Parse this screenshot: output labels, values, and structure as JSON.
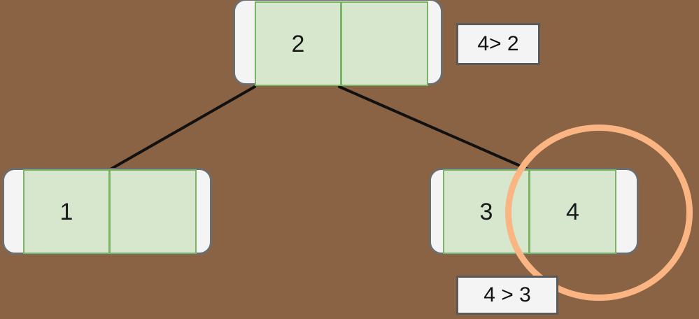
{
  "diagram": {
    "type": "binary-tree-insertion",
    "background_color": "#8a6345",
    "node_fill_color": "#d6e7ce",
    "node_border_color": "#79b363",
    "shell_color": "#f4f4f4",
    "shell_border_color": "#6d6d6d",
    "highlight_color": "#fab583",
    "edge_color": "#111111",
    "label_fill_color": "#f4f4f4",
    "label_border_color": "#5a5a5a"
  },
  "nodes": [
    {
      "id": "root",
      "role": "root-node",
      "cells": [
        {
          "value": "2",
          "empty": false
        },
        {
          "value": "",
          "empty": true
        }
      ]
    },
    {
      "id": "left-child",
      "role": "left-child-node",
      "cells": [
        {
          "value": "1",
          "empty": false
        },
        {
          "value": "",
          "empty": true
        }
      ]
    },
    {
      "id": "right-child",
      "role": "right-child-node",
      "cells": [
        {
          "value": "3",
          "empty": false
        },
        {
          "value": "4",
          "empty": false
        }
      ]
    }
  ],
  "edges": [
    {
      "id": "root-to-left",
      "from": "root",
      "to": "left-child"
    },
    {
      "id": "root-to-right",
      "from": "root",
      "to": "right-child"
    }
  ],
  "labels": [
    {
      "id": "compare-root",
      "text": "4> 2",
      "relates_to": "root"
    },
    {
      "id": "compare-right",
      "text": "4 > 3",
      "relates_to": "right-child"
    }
  ],
  "highlight": {
    "id": "inserted-value-ring",
    "target": "right-child.cell.1",
    "target_value": "4"
  }
}
